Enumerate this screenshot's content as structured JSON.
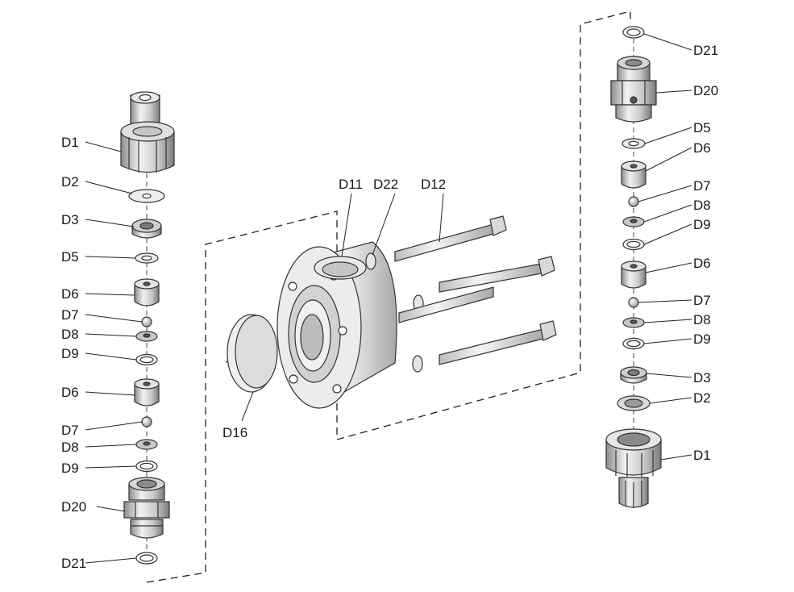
{
  "labels": {
    "left": [
      "D1",
      "D2",
      "D3",
      "D5",
      "D6",
      "D7",
      "D8",
      "D9",
      "D6",
      "D7",
      "D8",
      "D9",
      "D20",
      "D21"
    ],
    "center": [
      "D11",
      "D22",
      "D12",
      "D16"
    ],
    "right": [
      "D21",
      "D20",
      "D5",
      "D6",
      "D7",
      "D8",
      "D9",
      "D6",
      "D7",
      "D8",
      "D9",
      "D3",
      "D2",
      "D1"
    ]
  },
  "colors": {
    "line": "#222222",
    "part_fill": "#d9d9d9",
    "part_light": "#f2f2f2",
    "part_dark": "#9a9a9a"
  }
}
